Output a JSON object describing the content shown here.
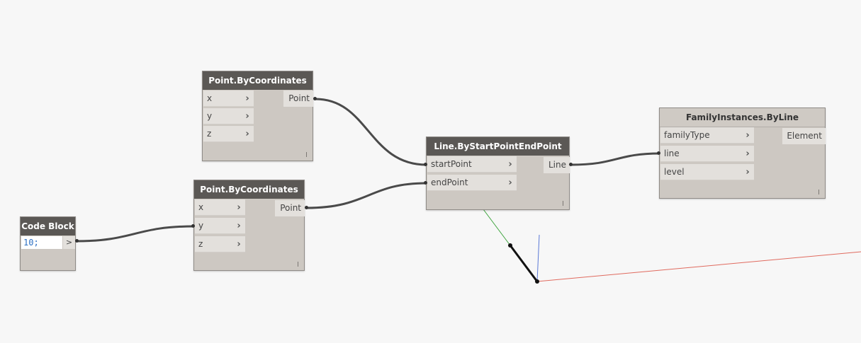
{
  "nodes": {
    "point1": {
      "title": "Point.ByCoordinates",
      "inputs": [
        "x",
        "y",
        "z"
      ],
      "output": "Point"
    },
    "point2": {
      "title": "Point.ByCoordinates",
      "inputs": [
        "x",
        "y",
        "z"
      ],
      "output": "Point"
    },
    "codeblock": {
      "title": "Code Block",
      "code": "10;",
      "output": ">"
    },
    "line": {
      "title": "Line.ByStartPointEndPoint",
      "inputs": [
        "startPoint",
        "endPoint"
      ],
      "output": "Line"
    },
    "family": {
      "title": "FamilyInstances.ByLine",
      "inputs": [
        "familyType",
        "line",
        "level"
      ],
      "output": "Element"
    }
  },
  "icons": {
    "port_arrow": "chevron-right-icon"
  },
  "colors": {
    "canvas_bg": "#f7f7f7",
    "node_body": "#cdc8c2",
    "node_header_dark": "#5b5855",
    "wire": "#4a4a4a",
    "axis_x": "#e06a5e",
    "axis_y": "#3ea43e",
    "axis_z": "#5a78d6",
    "code_number": "#2b6fc2"
  }
}
